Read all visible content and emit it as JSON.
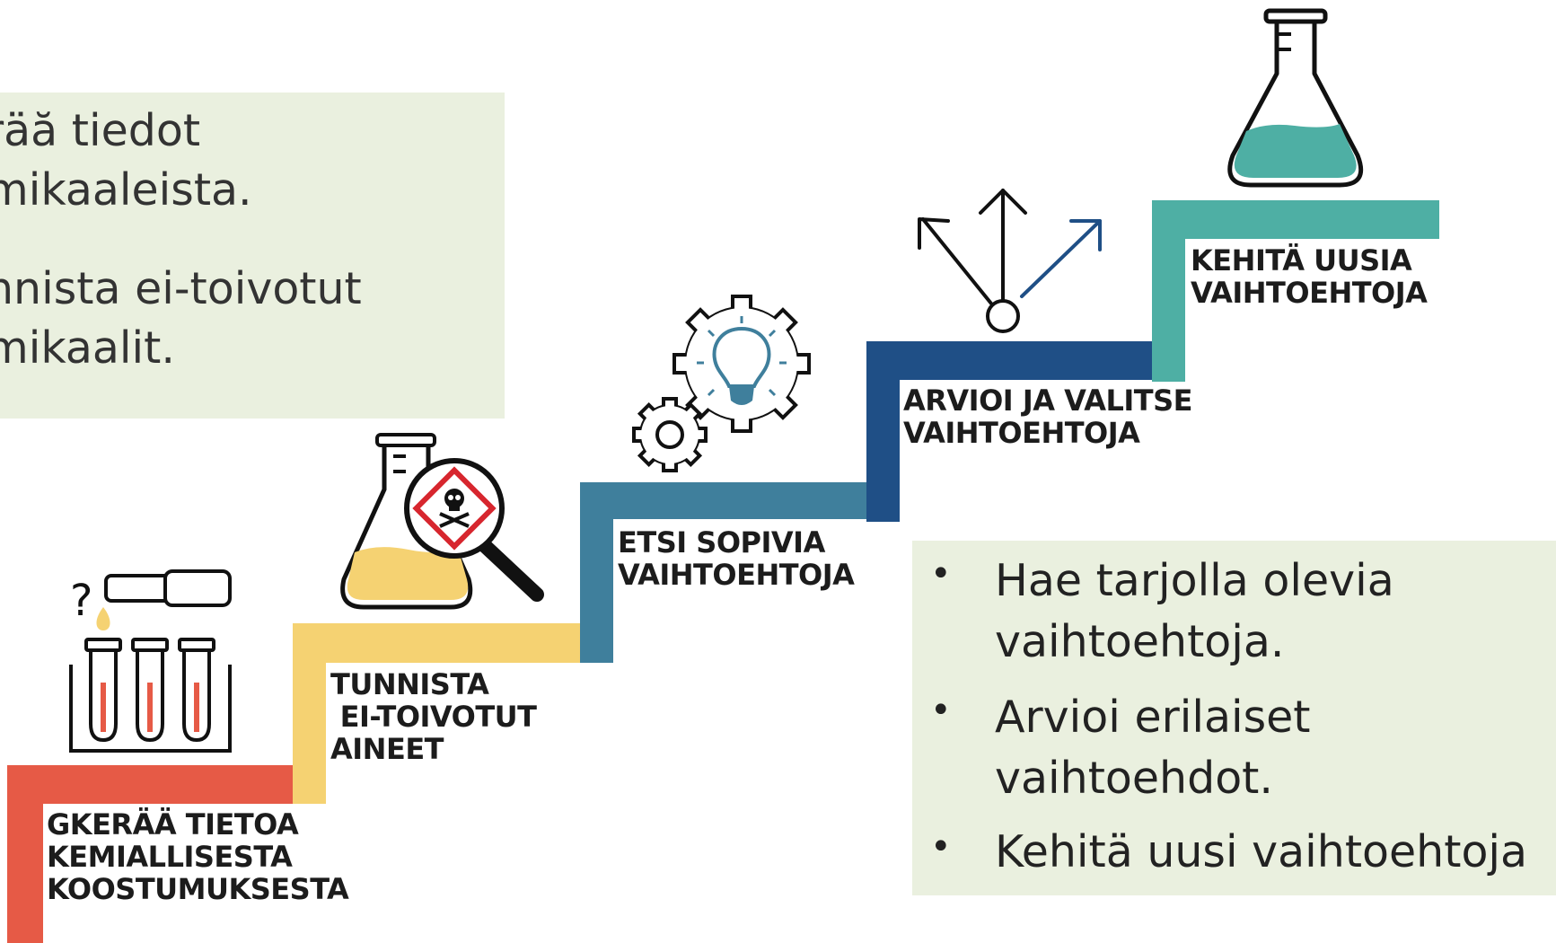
{
  "left_box": {
    "lines": [
      "räă tiedot",
      "mikaaleista.",
      "nnista ei-toivotut",
      "mikaalit."
    ]
  },
  "steps": [
    {
      "label": "GKERÄÄ TIETOA\nKEMIALLISESTA\nKOOSTUMUKSESTA",
      "color": "#e65a46",
      "icon": "test-tubes-dropper-icon"
    },
    {
      "label": "TUNNISTA\n EI-TOIVOTUT\nAINEET",
      "color": "#f5d272",
      "icon": "flask-magnifier-hazard-icon"
    },
    {
      "label": "ETSI SOPIVIA\nVAIHTOEHTOJA",
      "color": "#3f7f9c",
      "icon": "gears-lightbulb-icon"
    },
    {
      "label": "ARVIOI JA VALITSE\nVAIHTOEHTOJA",
      "color": "#1f4f86",
      "icon": "arrows-choice-icon"
    },
    {
      "label": "KEHITÄ UUSIA\nVAIHTOEHTOJA",
      "color": "#4eafa4",
      "icon": "flask-icon"
    }
  ],
  "right_box": {
    "bullets": [
      {
        "lines": [
          "Hae tarjolla olevia",
          "vaihtoehtoja."
        ]
      },
      {
        "lines": [
          "Arvioi erilaiset",
          "vaihtoehdot."
        ]
      },
      {
        "lines": [
          "Kehitä uusi vaihtoehtoja"
        ]
      }
    ],
    "bullet_symbol": "•"
  },
  "colors": {
    "panel_bg": "#eaf0df",
    "liquid_yellow": "#f5d272",
    "liquid_teal": "#4eafa4",
    "tube_red": "#e65a46",
    "hazard_red": "#d7262e",
    "bulb_blue": "#3f7f9c"
  }
}
